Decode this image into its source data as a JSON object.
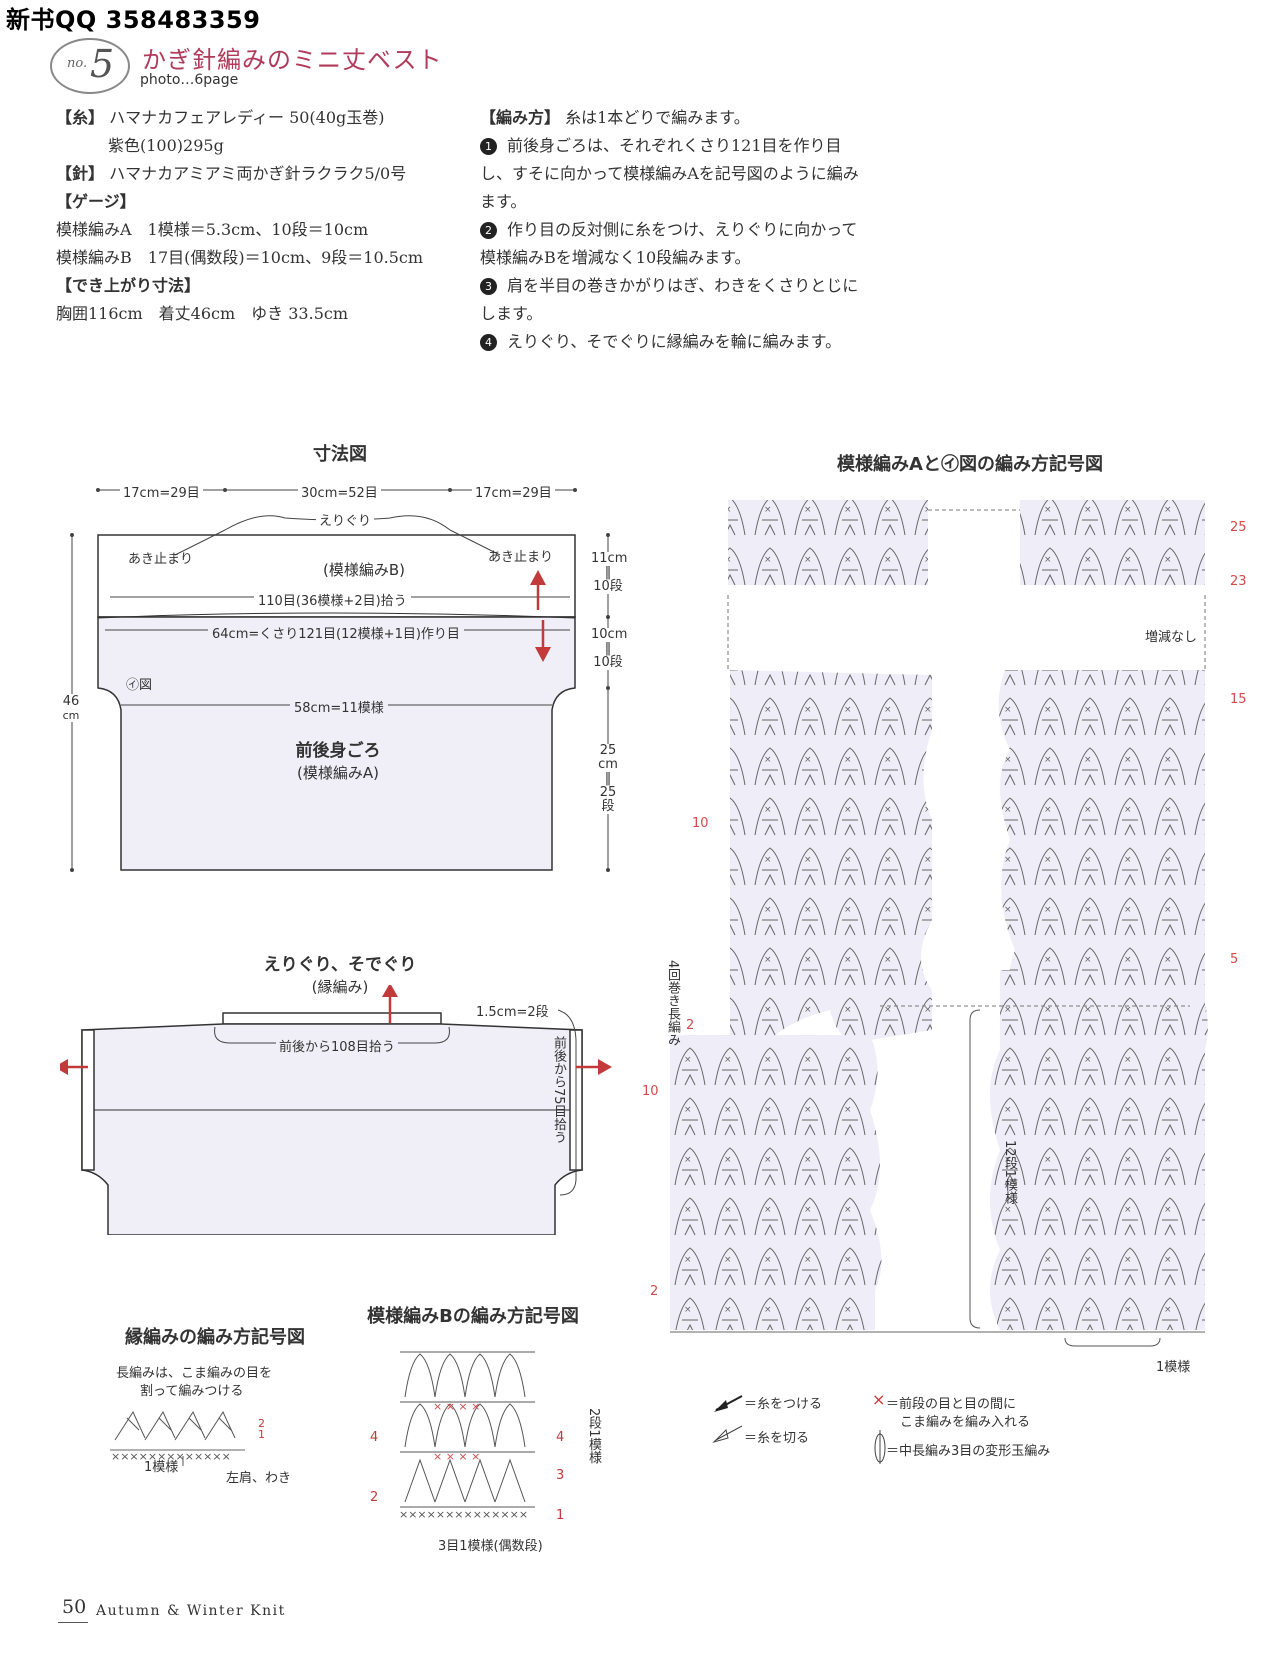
{
  "watermark": "新书QQ 358483359",
  "header": {
    "no_prefix": "no.",
    "number": "5",
    "title": "かぎ針編みのミニ丈ベスト",
    "photo": "photo…6page"
  },
  "specs": {
    "yarn_label": "【糸】",
    "yarn_line1": "ハマナカフェアレディー 50(40g玉巻)",
    "yarn_line2": "紫色(100)295g",
    "needle_label": "【針】",
    "needle_line": "ハマナカアミアミ両かぎ針ラクラク5/0号",
    "gauge_label": "【ゲージ】",
    "gauge_a": "模様編みA　1模様＝5.3cm、10段＝10cm",
    "gauge_b": "模様編みB　17目(偶数段)＝10cm、9段＝10.5cm",
    "size_label": "【でき上がり寸法】",
    "size_line": "胸囲116cm　着丈46cm　ゆき 33.5cm"
  },
  "method": {
    "label": "【編み方】",
    "intro": "糸は1本どりで編みます。",
    "steps": [
      {
        "n": "1",
        "text": "前後身ごろは、それぞれくさり121目を作り目し、すそに向かって模様編みAを記号図のように編みます。"
      },
      {
        "n": "2",
        "text": "作り目の反対側に糸をつけ、えりぐりに向かって模様編みBを増減なく10段編みます。"
      },
      {
        "n": "3",
        "text": "肩を半目の巻きかがりはぎ、わきをくさりとじにします。"
      },
      {
        "n": "4",
        "text": "えりぐり、そでぐりに縁編みを輪に編みます。"
      }
    ]
  },
  "size_diagram": {
    "title": "寸法図",
    "top_left": "17cm=29目",
    "top_mid": "30cm=52目",
    "top_right": "17cm=29目",
    "neckline": "えりぐり",
    "open_left": "あき止まり",
    "open_right": "あき止まり",
    "pattern_b": "(模様編みB)",
    "pick_up": "110目(36模様+2目)拾う",
    "chain_start": "64cm=くさり121目(12模様+1目)作り目",
    "fig_ref": "㋑図",
    "width_58": "58cm=11模様",
    "body_title": "前後身ごろ",
    "body_sub": "(模様編みA)",
    "height_total": "46",
    "height_unit": "cm",
    "r1_top": "11cm",
    "r1_eq": "‖",
    "r1_bot": "10段",
    "r2_top": "10cm",
    "r2_eq": "‖",
    "r2_bot": "10段",
    "r3_a": "25",
    "r3_b": "cm",
    "r3_c": "‖",
    "r3_d": "25",
    "r3_e": "段"
  },
  "edging_diagram": {
    "title_line1": "えりぐり、そでぐり",
    "title_line2": "(縁編み)",
    "rows": "1.5cm=2段",
    "pick_front": "前後から108目拾う",
    "pick_side": "前後から75目拾う"
  },
  "edging_chart": {
    "title": "縁編みの編み方記号図",
    "note1": "長編みは、こま編みの目を",
    "note2": "割って編みつける",
    "repeat": "1模様",
    "shoulder": "左肩、わき",
    "row2": "2",
    "row1": "1"
  },
  "chart_b": {
    "title": "模様編みBの編み方記号図",
    "repeat": "3目1模様(偶数段)",
    "row4": "4",
    "row3": "3",
    "row2": "2",
    "row1": "1",
    "rows_repeat": "2段1模様"
  },
  "chart_a": {
    "title": "模様編みAと㋑図の編み方記号図",
    "no_change": "増減なし",
    "row25": "25",
    "row23": "23",
    "row15": "15",
    "row10a": "10",
    "row5": "5",
    "row2a": "2",
    "row10b": "10",
    "row2b": "2",
    "treble4": "4回巻き長編み",
    "rows12": "12段1模様",
    "repeat": "1模様"
  },
  "legend": {
    "attach": "＝糸をつける",
    "cut": "＝糸を切る",
    "x_note1": "＝前段の目と目の間に",
    "x_note2": "こま編みを編み入れる",
    "puff": "＝中長編み3目の変形玉編み"
  },
  "footer": {
    "page": "50",
    "magazine": "Autumn & Winter Knit"
  }
}
